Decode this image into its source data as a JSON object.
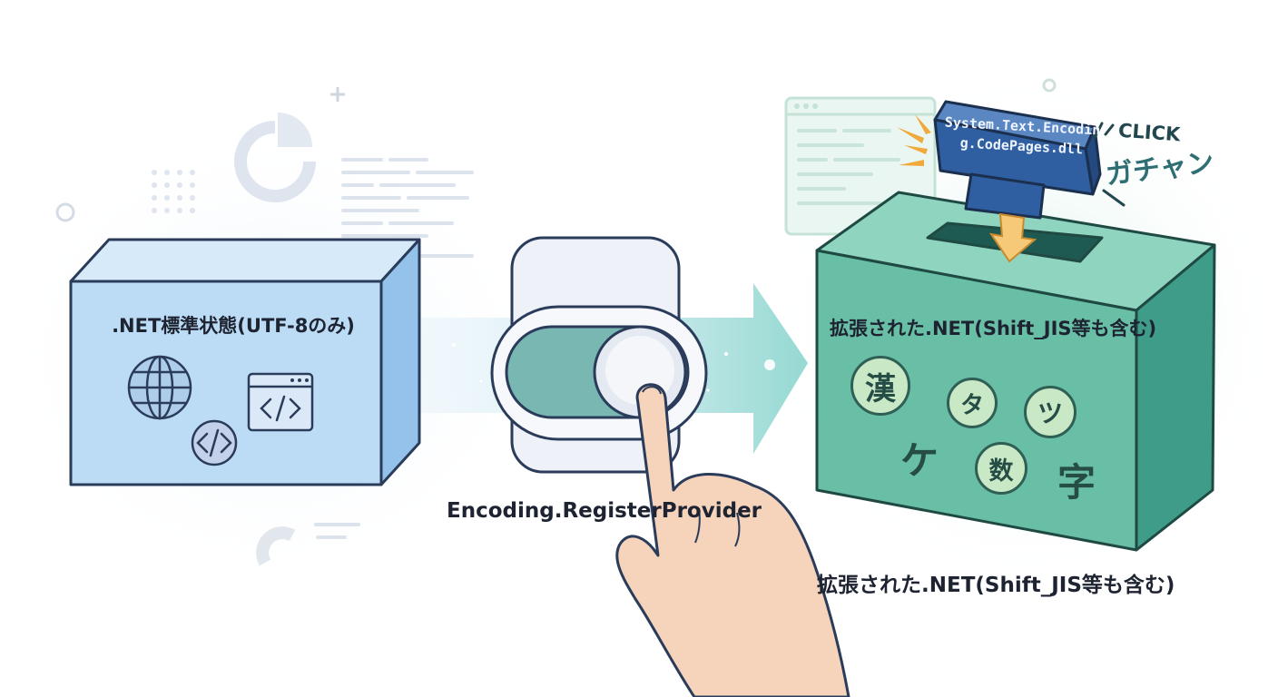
{
  "left_box": {
    "title": ".NET標準状態(UTF-8のみ)"
  },
  "switch": {
    "label": "Encoding.RegisterProvider"
  },
  "right_box": {
    "title": "拡張された.NET(Shift_JIS等も含む)",
    "characters": [
      "漢",
      "タ",
      "ツ",
      "ケ",
      "数",
      "字"
    ]
  },
  "dll_block": {
    "text": "System.Text.Encoding.CodePages.dll"
  },
  "sound": {
    "click": "CLICK",
    "gacha": "ガチャン"
  },
  "caption": {
    "text": "拡張された.NET(Shift_JIS等も含む)"
  },
  "icons": [
    "globe-icon",
    "code-icon",
    "code-window-icon",
    "hand-pointer-icon",
    "pie-chart-icon",
    "document-icon"
  ],
  "colors": {
    "left_box_front": "#bcdcf6",
    "left_box_side": "#94c2ea",
    "right_box_front": "#69bfa6",
    "right_box_side": "#3f9c88",
    "dll_block": "#2f5fa0",
    "arrow": "#8fd7cf",
    "outline": "#2a3c5a"
  }
}
